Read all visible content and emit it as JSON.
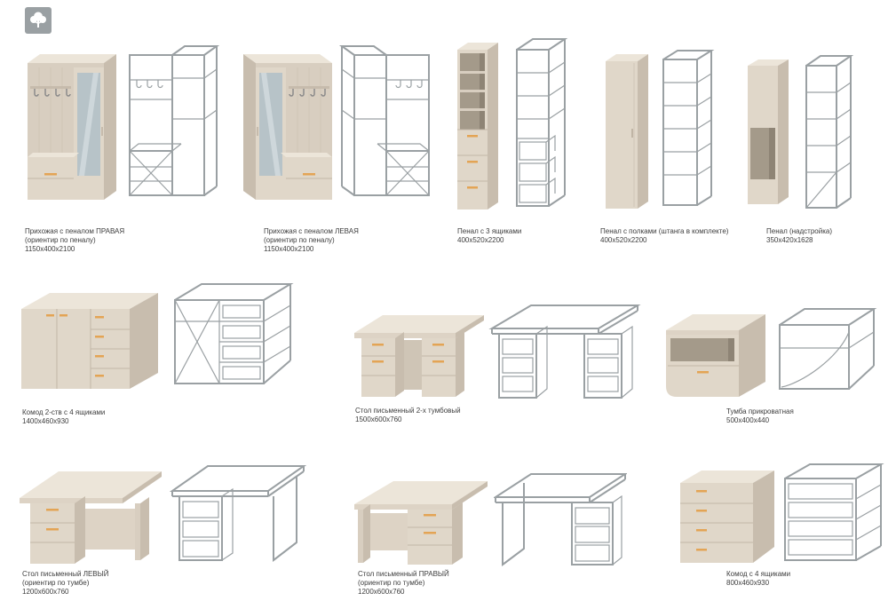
{
  "page": {
    "background": "#ffffff"
  },
  "logo": {
    "icon": "tree-logo"
  },
  "palette": {
    "furniture_body": "#e0d7c9",
    "furniture_side": "#c8bdae",
    "furniture_top": "#ece5d9",
    "interior_dark": "#a49a8a",
    "handle_accent": "#e3a455",
    "wireframe_gray": "#9aa0a3",
    "mirror": "#b7c3c8",
    "label_text": "#3d3d3d"
  },
  "catalog": {
    "items": [
      {
        "id": "hallway-right",
        "title": "Прихожая с пеналом ПРАВАЯ",
        "subtitle": "(ориентир по пеналу)",
        "dimensions": "1150x400x2100"
      },
      {
        "id": "hallway-left",
        "title": "Прихожая с пеналом ЛЕВАЯ",
        "subtitle": "(ориентир по пеналу)",
        "dimensions": "1150x400x2100"
      },
      {
        "id": "tall-cabinet-3-drawers",
        "title": "Пенал с 3 ящиками",
        "dimensions": "400x520x2200"
      },
      {
        "id": "tall-cabinet-shelves",
        "title": "Пенал с полками (штанга в комплекте)",
        "dimensions": "400x520x2200"
      },
      {
        "id": "tall-cabinet-addon",
        "title": "Пенал (надстройка)",
        "dimensions": "350x420x1628"
      },
      {
        "id": "dresser-2-door-4-drawer",
        "title": "Комод 2-ств с 4 ящиками",
        "dimensions": "1400x460x930"
      },
      {
        "id": "desk-double-pedestal",
        "title": "Стол письменный 2-х тумбовый",
        "dimensions": "1500x600x760"
      },
      {
        "id": "nightstand",
        "title": "Тумба прикроватная",
        "dimensions": "500x400x440"
      },
      {
        "id": "desk-left",
        "title": "Стол письменный ЛЕВЫЙ",
        "subtitle": "(ориентир по тумбе)",
        "dimensions": "1200x600x760"
      },
      {
        "id": "desk-right",
        "title": "Стол письменный ПРАВЫЙ",
        "subtitle": "(ориентир по тумбе)",
        "dimensions": "1200x600x760"
      },
      {
        "id": "chest-4-drawer",
        "title": "Комод с 4 ящиками",
        "dimensions": "800x460x930"
      }
    ]
  }
}
